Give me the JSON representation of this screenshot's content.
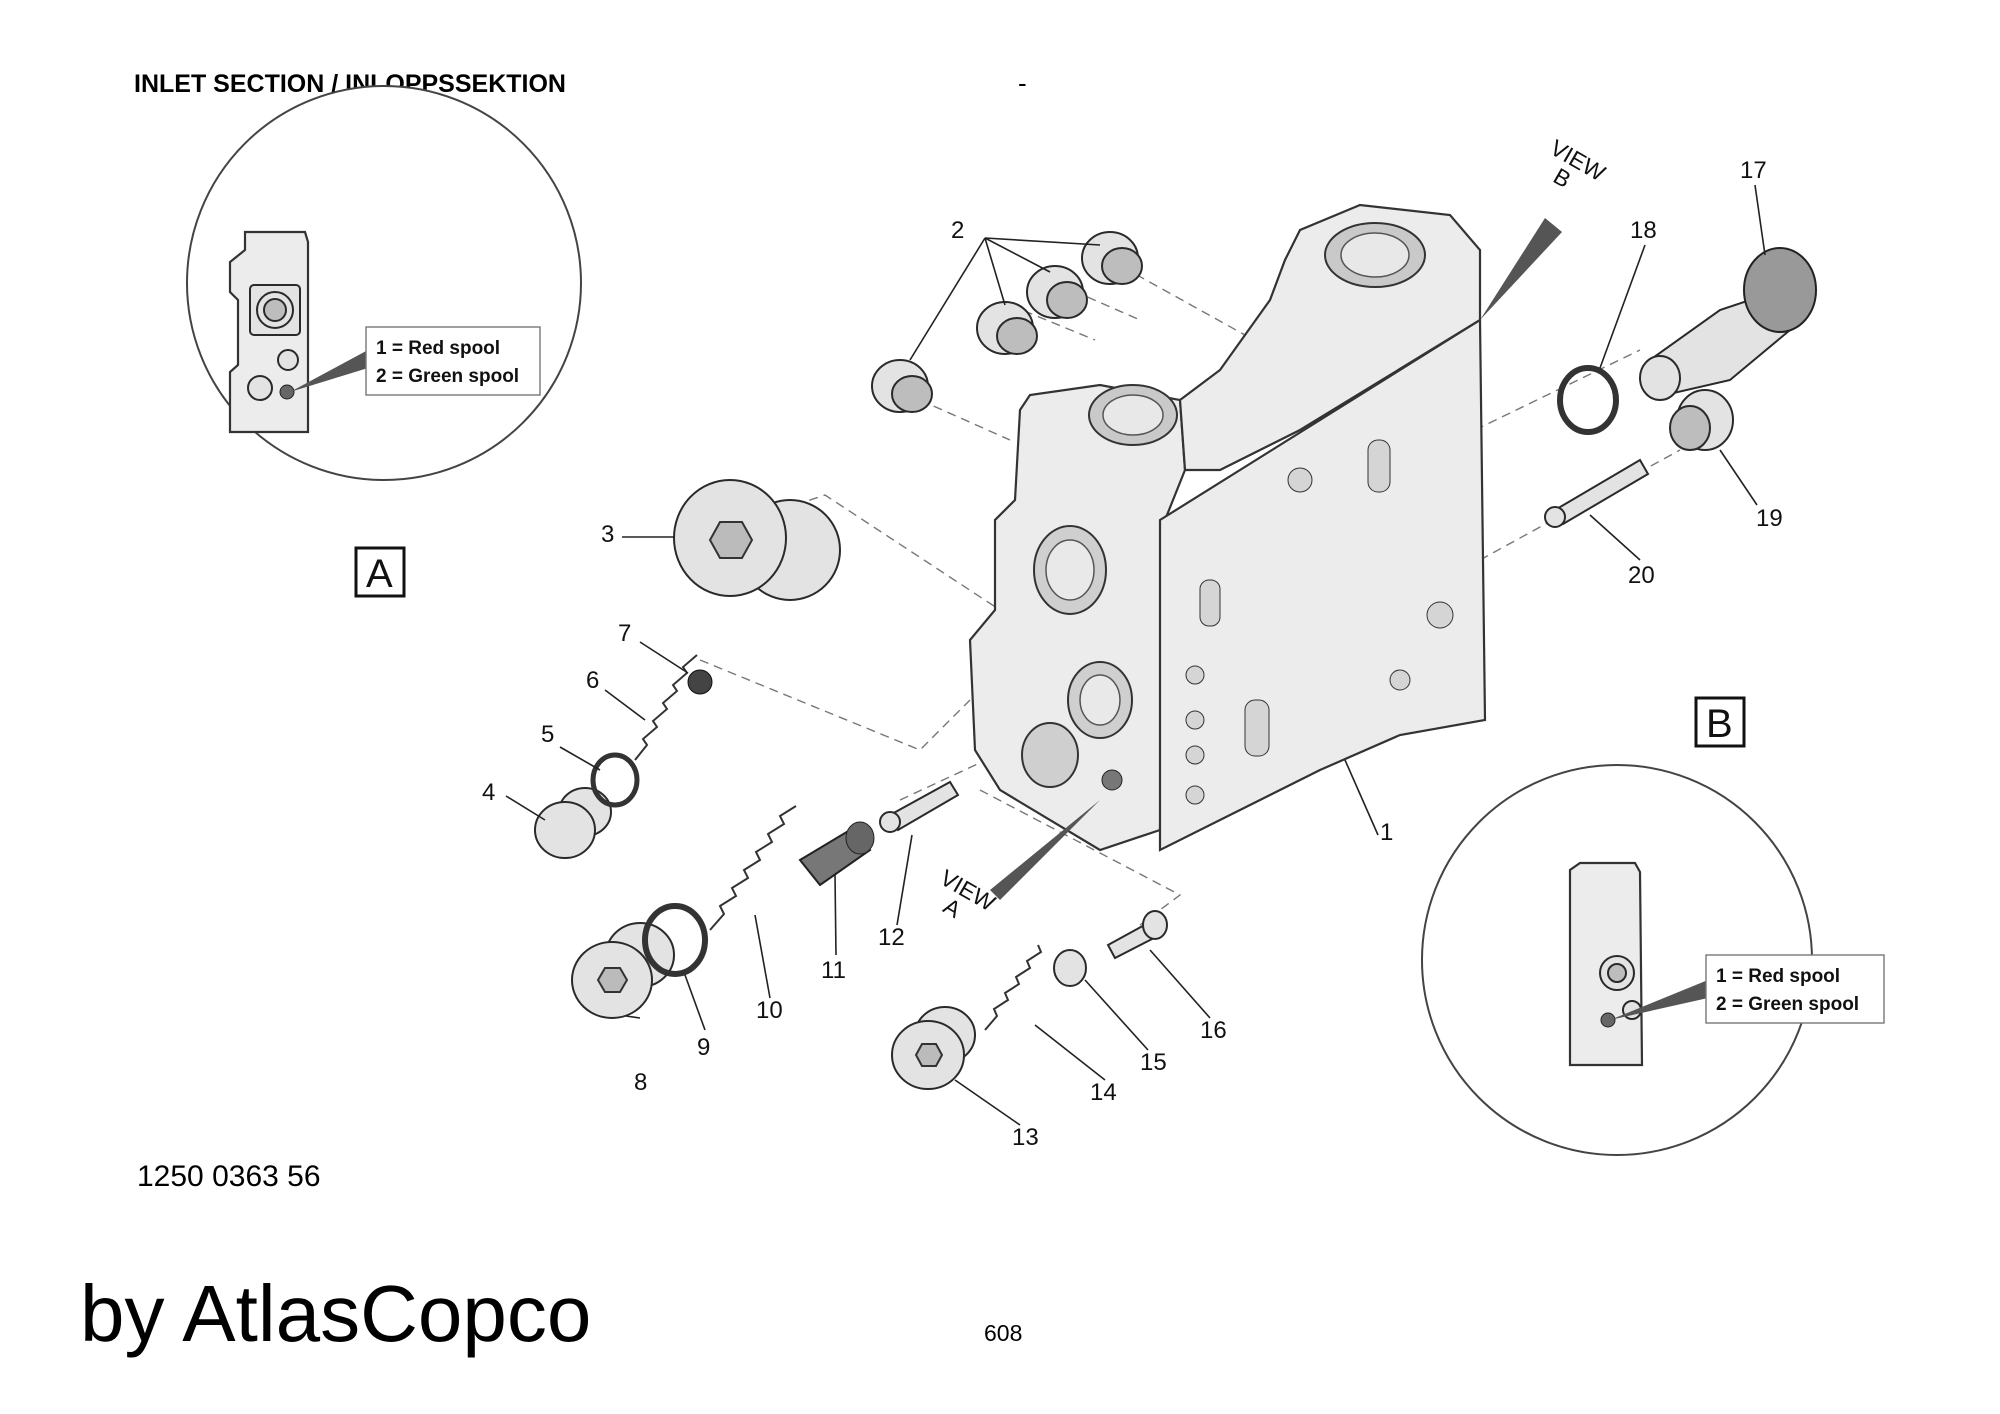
{
  "header": {
    "title": "INLET SECTION / INLOPPSSEKTION",
    "dash": "-"
  },
  "part_number": "1250 0363 56",
  "brand": "by AtlasCopco",
  "page_number": "608",
  "views": {
    "a": {
      "letter": "A",
      "label_line1": "VIEW",
      "label_line2": "A",
      "legend_line1": "1 = Red spool",
      "legend_line2": "2 = Green spool"
    },
    "b": {
      "letter": "B",
      "label_line1": "VIEW",
      "label_line2": "B",
      "legend_line1": "1 = Red spool",
      "legend_line2": "2 = Green spool"
    }
  },
  "callouts": [
    "1",
    "2",
    "3",
    "4",
    "5",
    "6",
    "7",
    "8",
    "9",
    "10",
    "11",
    "12",
    "13",
    "14",
    "15",
    "16",
    "17",
    "18",
    "19",
    "20"
  ]
}
